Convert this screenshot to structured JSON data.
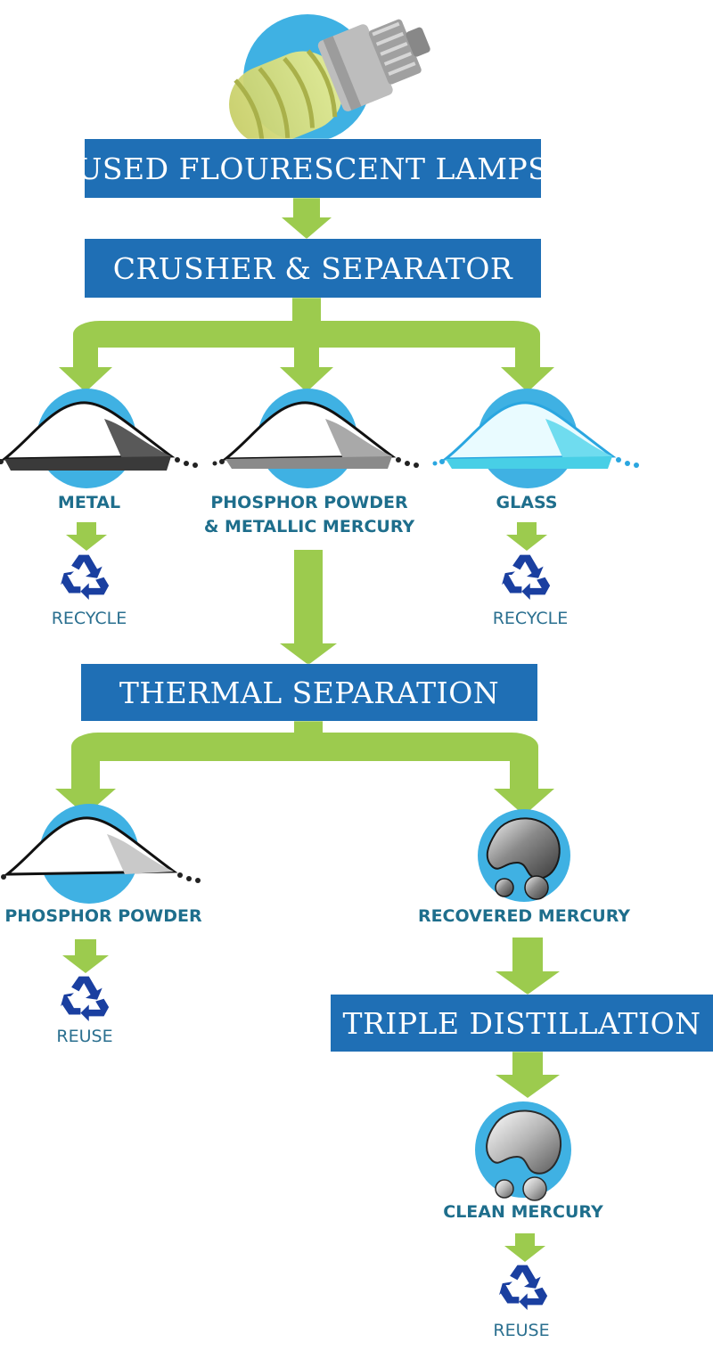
{
  "stages": {
    "used_lamps": "USED FLOURESCENT LAMPS",
    "crusher": "CRUSHER & SEPARATOR",
    "thermal": "THERMAL SEPARATION",
    "triple": "TRIPLE DISTILLATION"
  },
  "outputs": {
    "metal": "METAL",
    "phosphor_mercury_line1": "PHOSPHOR POWDER",
    "phosphor_mercury_line2": "& METALLIC MERCURY",
    "glass": "GLASS",
    "phosphor_powder": "PHOSPHOR POWDER",
    "recovered_mercury": "RECOVERED MERCURY",
    "clean_mercury": "CLEAN MERCURY"
  },
  "actions": {
    "metal": "RECYCLE",
    "glass": "RECYCLE",
    "phosphor": "REUSE",
    "clean_mercury": "REUSE"
  },
  "icons": {
    "lamp": "cfl-bulb-icon",
    "pile": "powder-pile-icon",
    "mercury": "mercury-droplet-icon",
    "recycle": "recycle-icon"
  },
  "colors": {
    "box_blue": "#1f6fb5",
    "arrow_green": "#9ccb4e",
    "circle_blue": "#3fb1e3",
    "label_teal": "#1e6e8c",
    "recycle_blue": "#1a3fa0"
  }
}
